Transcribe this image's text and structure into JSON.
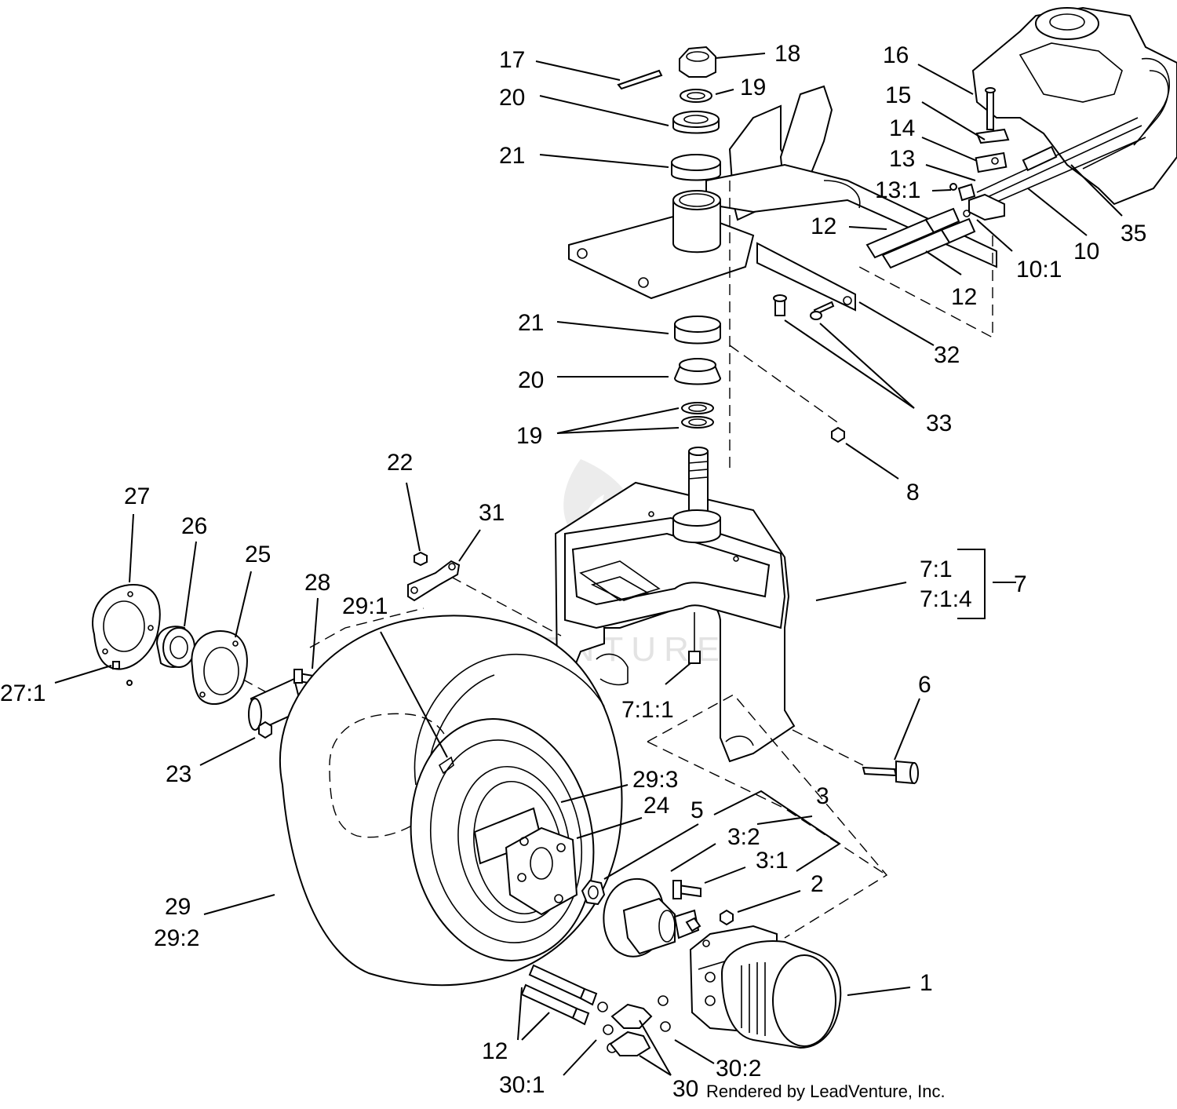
{
  "callouts": [
    {
      "id": "c1",
      "text": "1"
    },
    {
      "id": "c2",
      "text": "2"
    },
    {
      "id": "c3",
      "text": "3"
    },
    {
      "id": "c3_1",
      "text": "3:1"
    },
    {
      "id": "c3_2",
      "text": "3:2"
    },
    {
      "id": "c5",
      "text": "5"
    },
    {
      "id": "c6",
      "text": "6"
    },
    {
      "id": "c7",
      "text": "7"
    },
    {
      "id": "c7_1",
      "text": "7:1"
    },
    {
      "id": "c7_1_4",
      "text": "7:1:4"
    },
    {
      "id": "c7_1_1",
      "text": "7:1:1"
    },
    {
      "id": "c8",
      "text": "8"
    },
    {
      "id": "c10",
      "text": "10"
    },
    {
      "id": "c10_1",
      "text": "10:1"
    },
    {
      "id": "c12a",
      "text": "12"
    },
    {
      "id": "c12b",
      "text": "12"
    },
    {
      "id": "c12c",
      "text": "12"
    },
    {
      "id": "c13",
      "text": "13"
    },
    {
      "id": "c13_1",
      "text": "13:1"
    },
    {
      "id": "c14",
      "text": "14"
    },
    {
      "id": "c15",
      "text": "15"
    },
    {
      "id": "c16",
      "text": "16"
    },
    {
      "id": "c17",
      "text": "17"
    },
    {
      "id": "c18",
      "text": "18"
    },
    {
      "id": "c19a",
      "text": "19"
    },
    {
      "id": "c19b",
      "text": "19"
    },
    {
      "id": "c20a",
      "text": "20"
    },
    {
      "id": "c20b",
      "text": "20"
    },
    {
      "id": "c21a",
      "text": "21"
    },
    {
      "id": "c21b",
      "text": "21"
    },
    {
      "id": "c22",
      "text": "22"
    },
    {
      "id": "c23",
      "text": "23"
    },
    {
      "id": "c24",
      "text": "24"
    },
    {
      "id": "c25",
      "text": "25"
    },
    {
      "id": "c26",
      "text": "26"
    },
    {
      "id": "c27",
      "text": "27"
    },
    {
      "id": "c27_1",
      "text": "27:1"
    },
    {
      "id": "c28",
      "text": "28"
    },
    {
      "id": "c29",
      "text": "29"
    },
    {
      "id": "c29_1",
      "text": "29:1"
    },
    {
      "id": "c29_2",
      "text": "29:2"
    },
    {
      "id": "c29_3",
      "text": "29:3"
    },
    {
      "id": "c30",
      "text": "30"
    },
    {
      "id": "c30_1",
      "text": "30:1"
    },
    {
      "id": "c30_2",
      "text": "30:2"
    },
    {
      "id": "c31",
      "text": "31"
    },
    {
      "id": "c32",
      "text": "32"
    },
    {
      "id": "c33",
      "text": "33"
    },
    {
      "id": "c35",
      "text": "35"
    }
  ],
  "watermark": "LEADVENTURE",
  "footer": "Rendered by LeadVenture, Inc."
}
